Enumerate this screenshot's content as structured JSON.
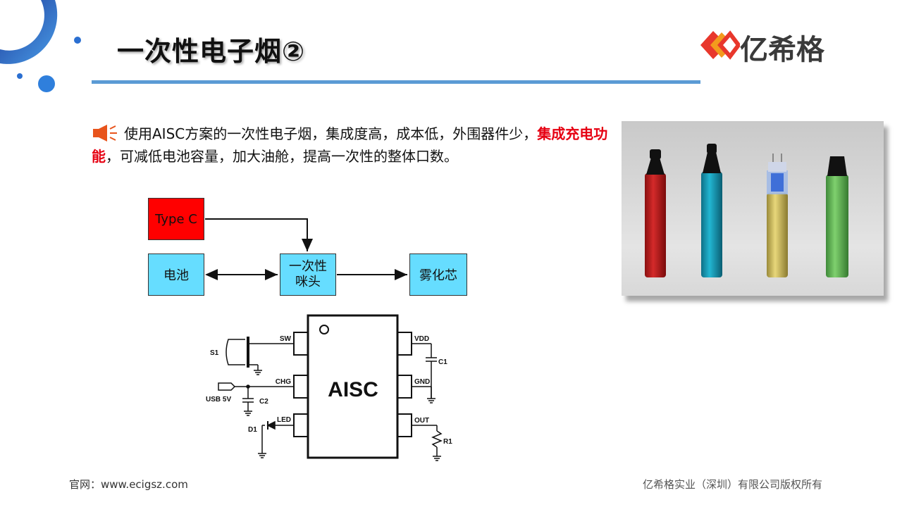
{
  "header": {
    "title": "一次性电子烟②",
    "logo_text": "亿希格"
  },
  "description": {
    "part1": "使用AISC方案的一次性电子烟，集成度高，成本低，外围器件少，",
    "highlight": "集成充电功能",
    "part2": "，可减低电池容量，加大油舱，提高一次性的整体口数。"
  },
  "block_diagram": {
    "typec": "Type C",
    "battery": "电池",
    "head_line1": "一次性",
    "head_line2": "咪头",
    "atomizer": "雾化芯"
  },
  "circuit": {
    "chip": "AISC",
    "pins_left": [
      "SW",
      "CHG",
      "LED"
    ],
    "pins_right": [
      "VDD",
      "GND",
      "OUT"
    ],
    "s1": "S1",
    "usb": "USB 5V",
    "c1": "C1",
    "c2": "C2",
    "d1": "D1",
    "r1": "R1"
  },
  "colors": {
    "accent_blue": "#5b9bd5",
    "highlight_red": "#e60012",
    "box_cyan": "#66ddff",
    "box_red": "#ff0000"
  },
  "photo": {
    "devices": [
      "red",
      "teal",
      "gold",
      "green"
    ]
  },
  "footer": {
    "website": "官网：www.ecigsz.com",
    "copyright": "亿希格实业（深圳）有限公司版权所有"
  }
}
